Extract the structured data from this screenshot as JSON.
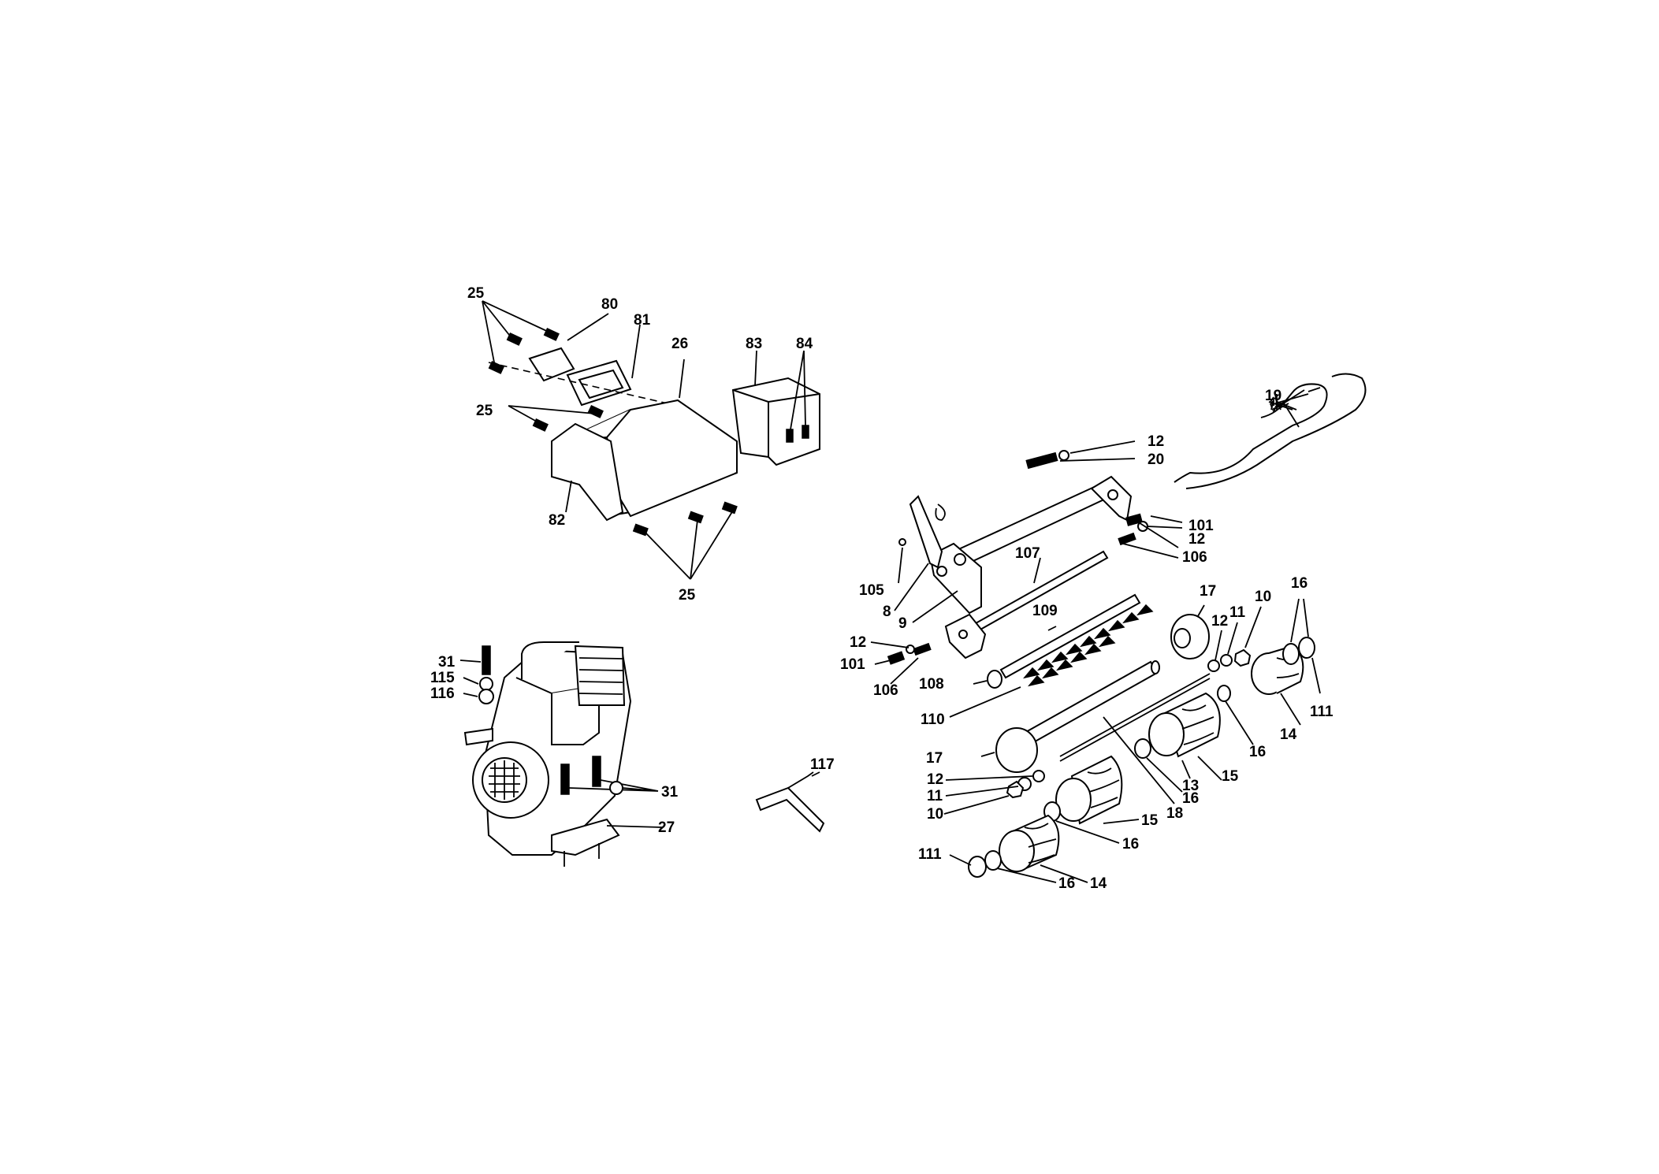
{
  "diagram": {
    "labels": {
      "l25a": "25",
      "l80": "80",
      "l81": "81",
      "l26": "26",
      "l83": "83",
      "l84": "84",
      "l25b": "25",
      "l82": "82",
      "l25c": "25",
      "l31a": "31",
      "l115": "115",
      "l116": "116",
      "l31b": "31",
      "l27": "27",
      "l117": "117",
      "l19": "19",
      "l12a": "12",
      "l20": "20",
      "l101a": "101",
      "l12b": "12",
      "l106a": "106",
      "l107": "107",
      "l105": "105",
      "l8": "8",
      "l9": "9",
      "l109": "109",
      "l17a": "17",
      "l12c": "12",
      "l11a": "11",
      "l10a": "10",
      "l16a": "16",
      "l12d": "12",
      "l101b": "101",
      "l106b": "106",
      "l108": "108",
      "l111a": "111",
      "l110": "110",
      "l14a": "14",
      "l16b": "16",
      "l17b": "17",
      "l15a": "15",
      "l13": "13",
      "l12e": "12",
      "l11b": "11",
      "l16c": "16",
      "l10b": "10",
      "l18": "18",
      "l15b": "15",
      "l16d": "16",
      "l14b": "14",
      "l111b": "111",
      "l16e": "16"
    }
  }
}
